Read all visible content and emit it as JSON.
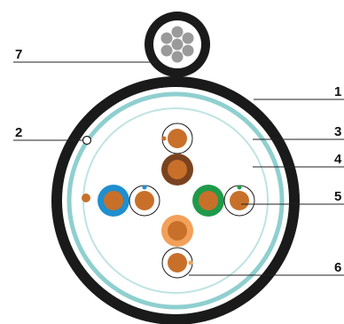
{
  "callouts": [
    {
      "id": "1",
      "label": "1"
    },
    {
      "id": "2",
      "label": "2"
    },
    {
      "id": "3",
      "label": "3"
    },
    {
      "id": "4",
      "label": "4"
    },
    {
      "id": "5",
      "label": "5"
    },
    {
      "id": "6",
      "label": "6"
    },
    {
      "id": "7",
      "label": "7"
    }
  ],
  "colors": {
    "outer_jacket": "#1a1a1a",
    "shield": "#8fcfcf",
    "inner_sheath": "#bfe3e3",
    "insulation": "#ffffff",
    "copper": "#c8702a",
    "brown": "#7a4320",
    "blue": "#1f8fce",
    "green": "#1f9a4a",
    "orange": "#f2a05a",
    "messenger_wire": "#9a9a9a"
  },
  "pairs": [
    "brown",
    "blue",
    "green",
    "orange"
  ]
}
